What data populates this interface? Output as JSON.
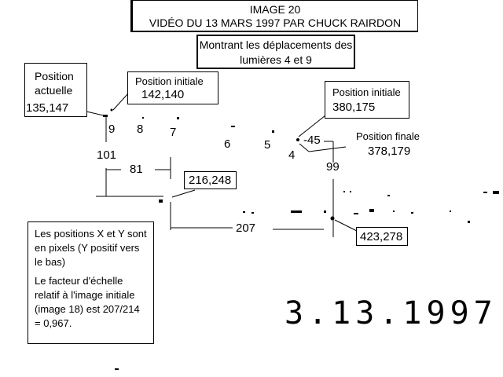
{
  "title": {
    "line1": "IMAGE 20",
    "line2": "VIDÉO DU 13 MARS 1997 PAR CHUCK RAIRDON"
  },
  "subtitle": {
    "line1": "Montrant les déplacements des",
    "line2": "lumières 4 et 9"
  },
  "light9": {
    "current_label_1": "Position",
    "current_label_2": "actuelle",
    "current_value": "135,147",
    "initial_label": "Position initiale",
    "initial_value": "142,140"
  },
  "light4": {
    "initial_label": "Position initiale",
    "initial_value": "380,175",
    "final_label": "Position finale",
    "final_value": "378,179"
  },
  "light_numbers": [
    "9",
    "8",
    "7",
    "6",
    "5",
    "4"
  ],
  "measurements": {
    "vertical_9": "101",
    "horizontal_9": "81",
    "point_9": "216,248",
    "dx_4": "-45",
    "vertical_4": "99",
    "horizontal_4": "207",
    "point_4": "423,278"
  },
  "notes": {
    "p1": "Les positions X et Y sont en pixels (Y positif vers le bas)",
    "p2": "Le facteur d'échelle relatif à l'image initiale (image 18) est 207/214 = 0,967."
  },
  "date_stamp": "3.13.1997"
}
